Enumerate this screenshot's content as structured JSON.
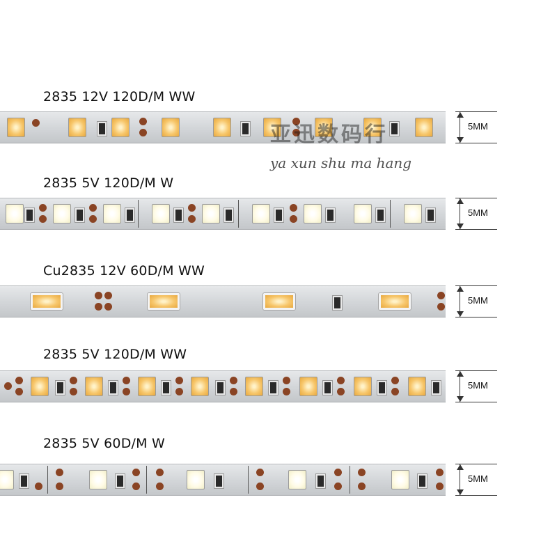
{
  "rows": [
    {
      "label": "2835 12V 120D/M WW",
      "color": "ww",
      "density": 120,
      "width": "5MM"
    },
    {
      "label": "2835 5V 120D/M W",
      "color": "w",
      "density": 120,
      "width": "5MM"
    },
    {
      "label": "Cu2835 12V 60D/M  WW",
      "color": "ww",
      "density": 60,
      "width": "5MM"
    },
    {
      "label": "2835 5V 120D/M WW",
      "color": "ww",
      "density": 120,
      "width": "5MM"
    },
    {
      "label": "2835 5V 60D/M W",
      "color": "w",
      "density": 60,
      "width": "5MM"
    }
  ],
  "watermark": {
    "cn": "亚迅数码行",
    "en": "ya xun shu ma hang"
  },
  "colors": {
    "warm_white": "#f7c66a",
    "white": "#fffbe6",
    "pad": "#8a4424",
    "pcb": "#d2d5d8"
  }
}
